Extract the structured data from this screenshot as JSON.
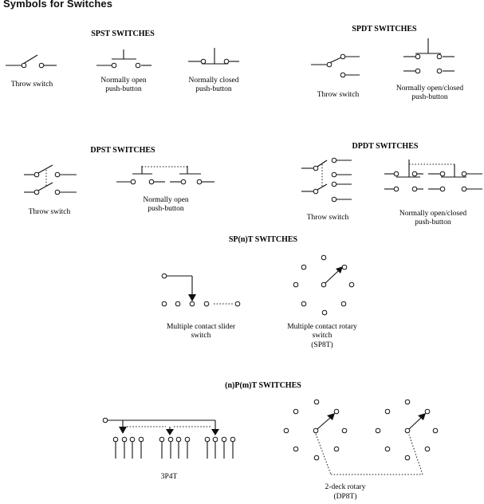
{
  "title": "Symbols for Switches",
  "sections": {
    "spst": {
      "heading": "SPST SWITCHES",
      "throw": [
        "Throw switch"
      ],
      "no_push": [
        "Normally open",
        "push-button"
      ],
      "nc_push": [
        "Normally closed",
        "push-button"
      ]
    },
    "spdt": {
      "heading": "SPDT SWITCHES",
      "throw": [
        "Throw switch"
      ],
      "noc_push": [
        "Normally open/closed",
        "push-button"
      ]
    },
    "dpst": {
      "heading": "DPST SWITCHES",
      "throw": [
        "Throw switch"
      ],
      "no_push": [
        "Normally open",
        "push-button"
      ]
    },
    "dpdt": {
      "heading": "DPDT SWITCHES",
      "throw": [
        "Throw switch"
      ],
      "noc_push": [
        "Normally open/closed",
        "push-button"
      ]
    },
    "spnt": {
      "heading": "SP(n)T SWITCHES",
      "slider": [
        "Multiple contact slider",
        "switch"
      ],
      "rotary": [
        "Multiple contact rotary",
        "switch",
        "(SP8T)"
      ]
    },
    "npmt": {
      "heading": "(n)P(m)T SWITCHES",
      "p3p4t": [
        "3P4T"
      ],
      "deck": [
        "2-deck rotary",
        "(DP8T)"
      ]
    }
  }
}
